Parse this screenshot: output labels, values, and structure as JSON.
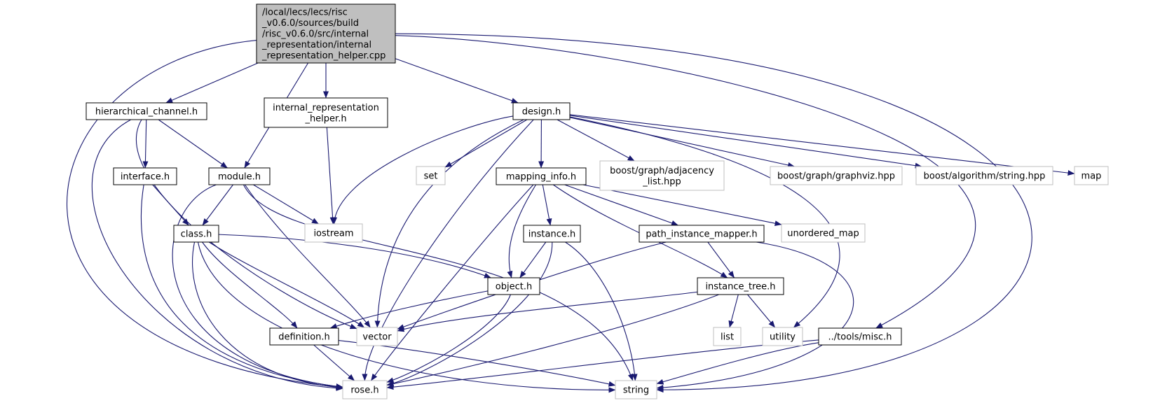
{
  "colors": {
    "edge": "#191970",
    "root_fill": "#bfbfbf",
    "root_stroke": "#000000",
    "internal_fill": "#ffffff",
    "internal_stroke": "#000000",
    "system_stroke": "#bfbfbf",
    "text": "#000000"
  },
  "nodes": [
    {
      "id": "root",
      "kind": "root",
      "lines": [
        "/local/lecs/lecs/risc",
        "_v0.6.0/sources/build",
        "/risc_v0.6.0/src/internal",
        "_representation/internal",
        "_representation_helper.cpp"
      ]
    },
    {
      "id": "hierarchical_channel",
      "kind": "internal",
      "lines": [
        "hierarchical_channel.h"
      ]
    },
    {
      "id": "ir_helper",
      "kind": "internal",
      "lines": [
        "internal_representation",
        "_helper.h"
      ]
    },
    {
      "id": "design",
      "kind": "internal",
      "lines": [
        "design.h"
      ]
    },
    {
      "id": "interface",
      "kind": "internal",
      "lines": [
        "interface.h"
      ]
    },
    {
      "id": "module",
      "kind": "internal",
      "lines": [
        "module.h"
      ]
    },
    {
      "id": "set",
      "kind": "system",
      "lines": [
        "set"
      ]
    },
    {
      "id": "mapping_info",
      "kind": "internal",
      "lines": [
        "mapping_info.h"
      ]
    },
    {
      "id": "adjacency_list",
      "kind": "system",
      "lines": [
        "boost/graph/adjacency",
        "_list.hpp"
      ]
    },
    {
      "id": "graphviz",
      "kind": "system",
      "lines": [
        "boost/graph/graphviz.hpp"
      ]
    },
    {
      "id": "algo_string",
      "kind": "system",
      "lines": [
        "boost/algorithm/string.hpp"
      ]
    },
    {
      "id": "map",
      "kind": "system",
      "lines": [
        "map"
      ]
    },
    {
      "id": "class",
      "kind": "internal",
      "lines": [
        "class.h"
      ]
    },
    {
      "id": "iostream",
      "kind": "system",
      "lines": [
        "iostream"
      ]
    },
    {
      "id": "instance",
      "kind": "internal",
      "lines": [
        "instance.h"
      ]
    },
    {
      "id": "path_instance_mapper",
      "kind": "internal",
      "lines": [
        "path_instance_mapper.h"
      ]
    },
    {
      "id": "unordered_map",
      "kind": "system",
      "lines": [
        "unordered_map"
      ]
    },
    {
      "id": "object",
      "kind": "internal",
      "lines": [
        "object.h"
      ]
    },
    {
      "id": "instance_tree",
      "kind": "internal",
      "lines": [
        "instance_tree.h"
      ]
    },
    {
      "id": "definition",
      "kind": "internal",
      "lines": [
        "definition.h"
      ]
    },
    {
      "id": "vector",
      "kind": "system",
      "lines": [
        "vector"
      ]
    },
    {
      "id": "list",
      "kind": "system",
      "lines": [
        "list"
      ]
    },
    {
      "id": "utility",
      "kind": "system",
      "lines": [
        "utility"
      ]
    },
    {
      "id": "misc",
      "kind": "internal",
      "lines": [
        "../tools/misc.h"
      ]
    },
    {
      "id": "rose",
      "kind": "system",
      "lines": [
        "rose.h"
      ]
    },
    {
      "id": "string",
      "kind": "system",
      "lines": [
        "string"
      ]
    }
  ],
  "edges": [
    [
      "root",
      "hierarchical_channel"
    ],
    [
      "root",
      "ir_helper"
    ],
    [
      "root",
      "design"
    ],
    [
      "root",
      "module"
    ],
    [
      "root",
      "rose"
    ],
    [
      "root",
      "string"
    ],
    [
      "root",
      "misc"
    ],
    [
      "hierarchical_channel",
      "interface"
    ],
    [
      "hierarchical_channel",
      "module"
    ],
    [
      "hierarchical_channel",
      "vector"
    ],
    [
      "hierarchical_channel",
      "rose"
    ],
    [
      "ir_helper",
      "iostream"
    ],
    [
      "design",
      "set"
    ],
    [
      "design",
      "mapping_info"
    ],
    [
      "design",
      "adjacency_list"
    ],
    [
      "design",
      "graphviz"
    ],
    [
      "design",
      "algo_string"
    ],
    [
      "design",
      "map"
    ],
    [
      "design",
      "iostream"
    ],
    [
      "design",
      "vector"
    ],
    [
      "design",
      "rose"
    ],
    [
      "design",
      "utility"
    ],
    [
      "interface",
      "class"
    ],
    [
      "interface",
      "rose"
    ],
    [
      "module",
      "class"
    ],
    [
      "module",
      "iostream"
    ],
    [
      "module",
      "vector"
    ],
    [
      "module",
      "string"
    ],
    [
      "module",
      "rose"
    ],
    [
      "mapping_info",
      "instance"
    ],
    [
      "mapping_info",
      "path_instance_mapper"
    ],
    [
      "mapping_info",
      "unordered_map"
    ],
    [
      "mapping_info",
      "object"
    ],
    [
      "mapping_info",
      "instance_tree"
    ],
    [
      "mapping_info",
      "rose"
    ],
    [
      "class",
      "object"
    ],
    [
      "class",
      "definition"
    ],
    [
      "class",
      "vector"
    ],
    [
      "class",
      "rose"
    ],
    [
      "class",
      "string"
    ],
    [
      "instance",
      "object"
    ],
    [
      "instance",
      "string"
    ],
    [
      "instance",
      "rose"
    ],
    [
      "path_instance_mapper",
      "instance_tree"
    ],
    [
      "path_instance_mapper",
      "vector"
    ],
    [
      "path_instance_mapper",
      "string"
    ],
    [
      "object",
      "definition"
    ],
    [
      "object",
      "rose"
    ],
    [
      "instance_tree",
      "list"
    ],
    [
      "instance_tree",
      "utility"
    ],
    [
      "instance_tree",
      "vector"
    ],
    [
      "instance_tree",
      "rose"
    ],
    [
      "definition",
      "rose"
    ],
    [
      "definition",
      "string"
    ],
    [
      "misc",
      "rose"
    ],
    [
      "misc",
      "string"
    ]
  ]
}
